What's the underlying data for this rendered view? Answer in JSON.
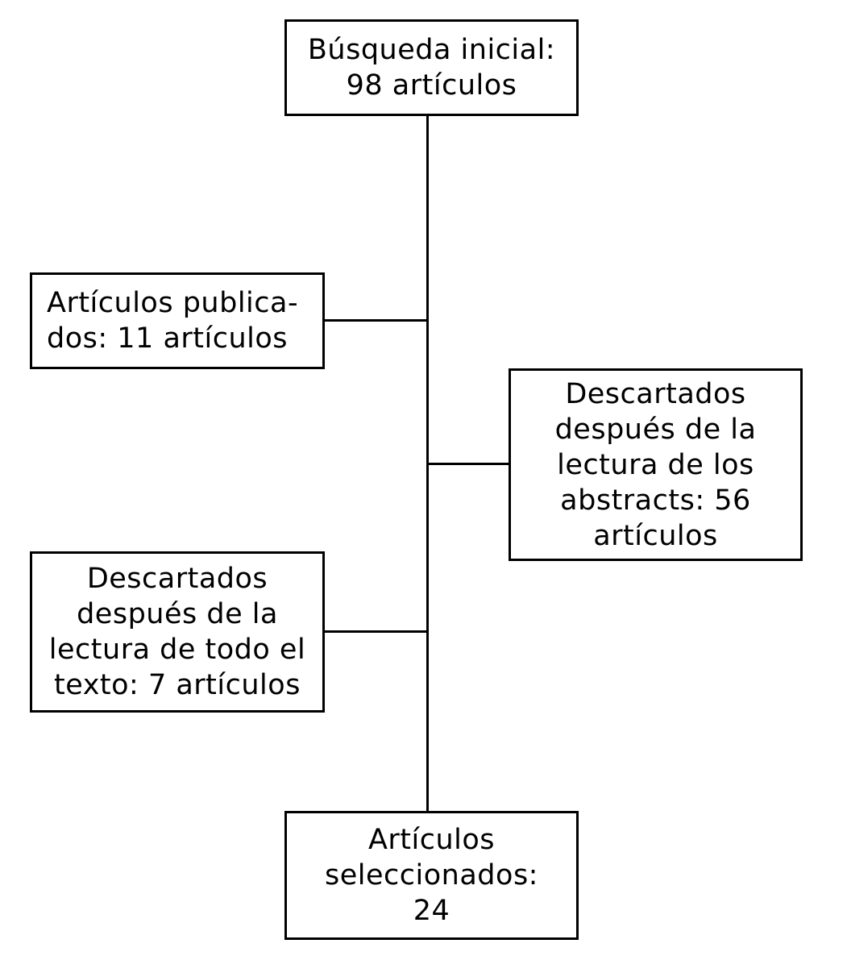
{
  "diagram": {
    "type": "flowchart",
    "language": "es",
    "nodes": [
      {
        "id": "busqueda-inicial",
        "text": "Búsqueda inicial:\n98 artículos"
      },
      {
        "id": "articulos-publicados",
        "text": "Artículos publica-\ndos: 11 artículos"
      },
      {
        "id": "descartados-abstracts",
        "text": "Descartados\ndespués de la\nlectura de los\nabstracts: 56\nartículos"
      },
      {
        "id": "descartados-texto",
        "text": "Descartados\ndespués de la\nlectura de todo el\ntexto: 7 artículos"
      },
      {
        "id": "articulos-seleccionados",
        "text": "Artículos\nseleccionados:\n24"
      }
    ],
    "edges": [
      {
        "from": "busqueda-inicial",
        "to": "articulos-seleccionados",
        "style": "vertical-spine"
      },
      {
        "from": "spine",
        "to": "articulos-publicados"
      },
      {
        "from": "spine",
        "to": "descartados-abstracts"
      },
      {
        "from": "spine",
        "to": "descartados-texto"
      }
    ],
    "values": {
      "busqueda_inicial": 98,
      "articulos_publicados": 11,
      "descartados_abstracts": 56,
      "descartados_texto": 7,
      "articulos_seleccionados": 24
    }
  },
  "colors": {
    "background": "#ffffff",
    "border": "#000000",
    "text": "#000000"
  }
}
